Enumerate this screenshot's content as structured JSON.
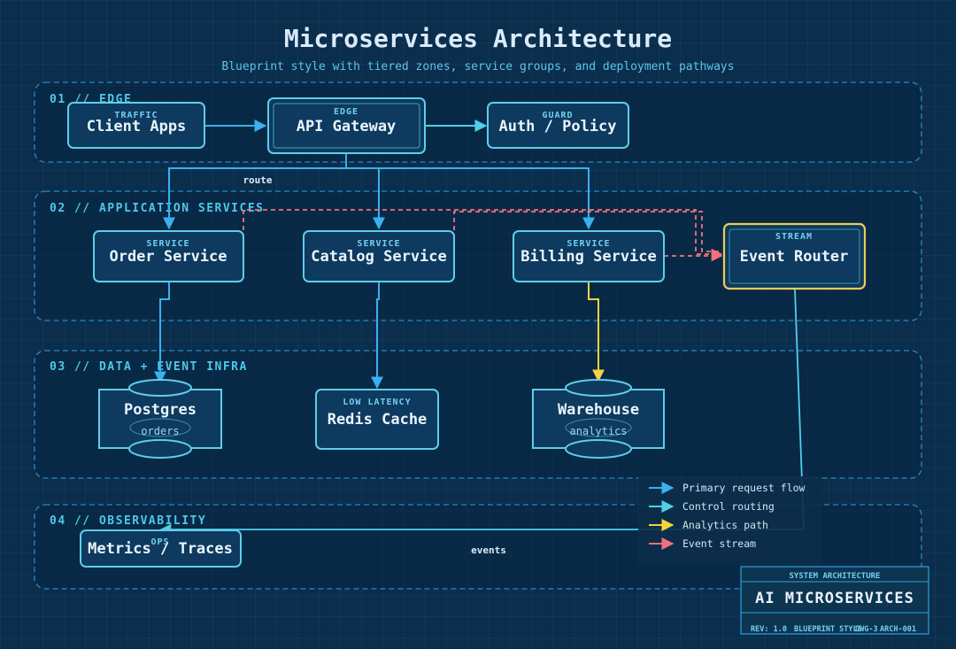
{
  "title": "Microservices Architecture",
  "subtitle": "Blueprint style with tiered zones, service groups, and deployment pathways",
  "zones": [
    {
      "id": "edge",
      "label": "01 // EDGE"
    },
    {
      "id": "app",
      "label": "02 // APPLICATION SERVICES"
    },
    {
      "id": "data",
      "label": "03 // DATA + EVENT INFRA"
    },
    {
      "id": "obs",
      "label": "04 // OBSERVABILITY"
    }
  ],
  "nodes": {
    "client": {
      "tag": "TRAFFIC",
      "label": "Client Apps"
    },
    "gateway": {
      "tag": "EDGE",
      "label": "API Gateway"
    },
    "auth": {
      "tag": "GUARD",
      "label": "Auth / Policy"
    },
    "order": {
      "tag": "SERVICE",
      "label": "Order Service"
    },
    "catalog": {
      "tag": "SERVICE",
      "label": "Catalog Service"
    },
    "billing": {
      "tag": "SERVICE",
      "label": "Billing Service"
    },
    "router": {
      "tag": "STREAM",
      "label": "Event Router"
    },
    "postgres": {
      "label": "Postgres",
      "sub": "orders"
    },
    "redis": {
      "tag": "LOW LATENCY",
      "label": "Redis Cache"
    },
    "warehouse": {
      "label": "Warehouse",
      "sub": "analytics"
    },
    "metrics": {
      "tag": "OPS",
      "label": "Metrics / Traces"
    }
  },
  "edge_labels": {
    "route": "route",
    "events": "events"
  },
  "legend": [
    {
      "label": "Primary request flow",
      "color": "#3ab0f0"
    },
    {
      "label": "Control routing",
      "color": "#4fd0ea"
    },
    {
      "label": "Analytics path",
      "color": "#f5d33f"
    },
    {
      "label": "Event stream",
      "color": "#f2707e"
    }
  ],
  "title_block": {
    "heading": "SYSTEM ARCHITECTURE",
    "name": "AI MICROSERVICES",
    "rev": "REV: 1.0",
    "style": "BLUEPRINT STYLE",
    "sheet": "DWG-3",
    "drawing": "ARCH-001"
  },
  "colors": {
    "background": "#0a2e4c",
    "node_fill": "#0d3a5e",
    "node_stroke": "#5fcdea",
    "zone_stroke": "#2f86c4",
    "primary": "#3ab0f0",
    "control": "#4fd0ea",
    "analytics": "#f5d33f",
    "event": "#f2707e",
    "router_stroke": "#e6cd55"
  }
}
